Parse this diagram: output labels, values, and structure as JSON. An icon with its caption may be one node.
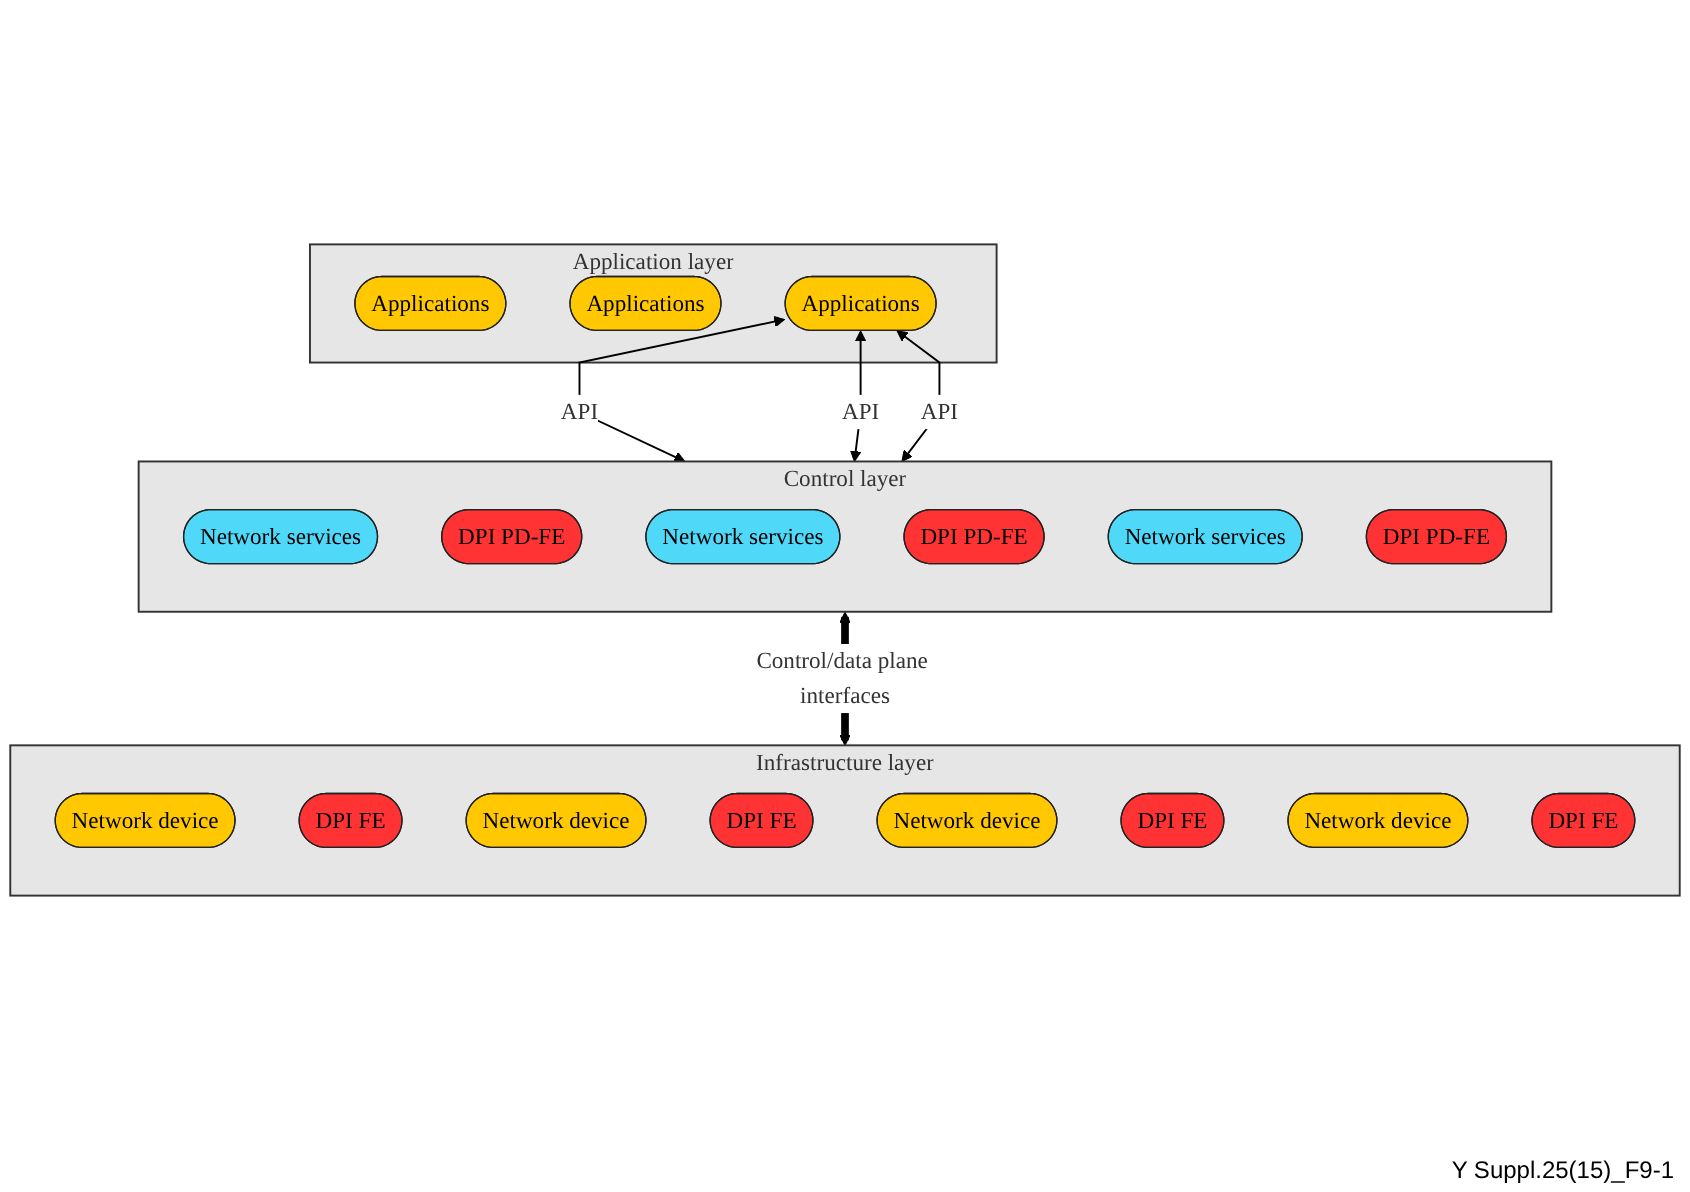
{
  "diagram": {
    "nodes": [
      {
        "text": [
          "Application layer"
        ]
      },
      {
        "text": [
          "Applications"
        ],
        "in": 0
      },
      {
        "text": [
          "Applications"
        ],
        "in": 0
      },
      {
        "text": [
          "Applications"
        ],
        "in": 0
      },
      {
        "text": [
          "Control layer"
        ]
      },
      {
        "text": [
          "Network services"
        ],
        "in": 4
      },
      {
        "text": [
          "DPI PD-FE"
        ],
        "in": 4
      },
      {
        "text": [
          "Network services"
        ],
        "in": 4
      },
      {
        "text": [
          "DPI PD-FE"
        ],
        "in": 4
      },
      {
        "text": [
          "Network services"
        ],
        "in": 4
      },
      {
        "text": [
          "DPI PD-FE"
        ],
        "in": 4
      },
      {
        "text": [
          "Infrastructure layer"
        ]
      },
      {
        "text": [
          "Network device"
        ],
        "in": 11
      },
      {
        "text": [
          "DPI FE"
        ],
        "in": 11
      },
      {
        "text": [
          "Network device"
        ],
        "in": 11
      },
      {
        "text": [
          "DPI FE"
        ],
        "in": 11
      },
      {
        "text": [
          "Network device"
        ],
        "in": 11
      },
      {
        "text": [
          "DPI FE"
        ],
        "in": 11
      },
      {
        "text": [
          "Network device"
        ],
        "in": 11
      },
      {
        "text": [
          "DPI FE"
        ],
        "in": 11
      }
    ],
    "edges": [
      {
        "from": 3,
        "to": 4,
        "arrow": "both",
        "label": "API"
      },
      {
        "from": 3,
        "to": 4,
        "arrow": "both",
        "label": "API"
      },
      {
        "from": 3,
        "to": 4,
        "arrow": "both",
        "label": "API"
      },
      {
        "from": 4,
        "to": 11,
        "arrow": "both",
        "label": "Control/data plane interfaces",
        "style": "thick"
      }
    ],
    "labels": [
      "Y Suppl.25(15)_F9-1"
    ]
  }
}
